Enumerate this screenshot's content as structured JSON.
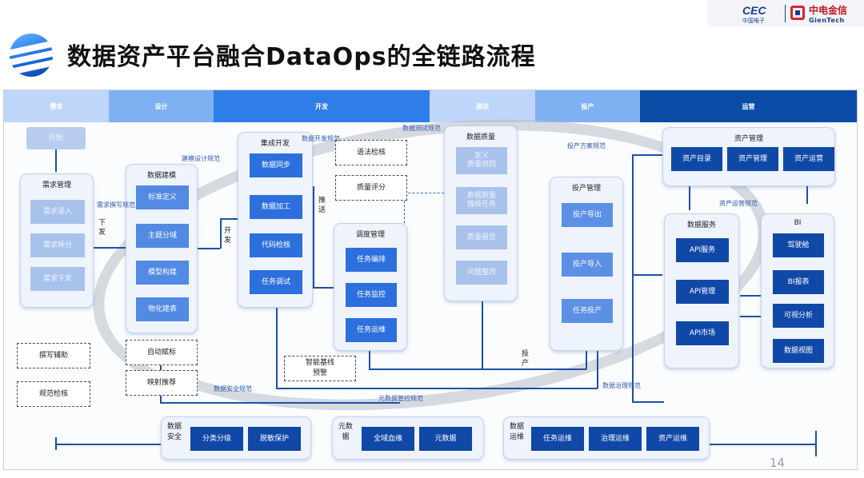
{
  "header": {
    "logo_cec": "CEC",
    "logo_cec_sub": "中国电子",
    "logo_gt_cn": "中电金信",
    "logo_gt_en": "GienTech",
    "icon": "globe-stripes-icon",
    "title": "数据资产平台融合DataOps的全链路流程"
  },
  "phases": [
    "需求",
    "设计",
    "开发",
    "测试",
    "投产",
    "运营"
  ],
  "panels": {
    "start": "开始",
    "demand": {
      "title": "需求管理",
      "items": [
        "需求录入",
        "需求拆分",
        "需求下发"
      ]
    },
    "modeling": {
      "title": "数据建模",
      "items": [
        "标准定义",
        "主题分域",
        "模型构建",
        "物化建表"
      ]
    },
    "integration": {
      "title": "集成开发",
      "items": [
        "数据同步",
        "数据加工",
        "代码检核",
        "任务调试"
      ]
    },
    "scheduling": {
      "title": "调度管理",
      "items": [
        "任务编排",
        "任务监控",
        "任务运维"
      ]
    },
    "quality": {
      "title": "数据质量",
      "items": [
        "定义\n质量规则",
        "数据质量\n稽核任务",
        "质量报告",
        "问题整改"
      ]
    },
    "release": {
      "title": "投产管理",
      "items": [
        "投产导出",
        "投产导入",
        "任务投产"
      ]
    },
    "asset_mgmt": {
      "title": "资产管理",
      "items": [
        "资产目录",
        "资产管理",
        "资产运营"
      ]
    },
    "data_service": {
      "title": "数据服务",
      "items": [
        "API服务",
        "API管理",
        "API市场"
      ]
    },
    "bi": {
      "title": "BI",
      "items": [
        "驾驶舱",
        "BI报表",
        "可视分析",
        "数据视图"
      ]
    }
  },
  "dashed_boxes": {
    "left_top": "撰写辅助",
    "left_bottom": "规范检核",
    "auto_assign": "自动赋标",
    "mapping": "映射推荐",
    "syntax": "语法检核",
    "quality_score": "质量评分",
    "baseline": "智能基线\n预警"
  },
  "flow_labels": {
    "design_spec": "建模设计规范",
    "dev_spec": "数据开发规范",
    "test_spec": "数据测试规范",
    "release_spec": "投产方案规范",
    "demand_spec": "需求撰写规范",
    "asset_ops_spec": "资产运营规范",
    "security_spec": "数据安全规范",
    "metadata_spec": "元数据管控规范",
    "governance_spec": "数据治理规范"
  },
  "connector_labels": {
    "issue": "下\n发",
    "develop": "开\n发",
    "push": "推\n送",
    "release": "投\n产"
  },
  "bottom": {
    "security": {
      "label": "数据\n安全",
      "items": [
        "分类分级",
        "脱敏保护"
      ]
    },
    "metadata": {
      "label": "元数\n据",
      "items": [
        "全域血缘",
        "元数据"
      ]
    },
    "ops": {
      "label": "数据\n运维",
      "items": [
        "任务运维",
        "治理运维",
        "资产运维"
      ]
    }
  },
  "page_number": "14",
  "colors": {
    "phase_light": "#bfd6fb",
    "phase_mid": "#7fb0f2",
    "phase_bright": "#2f7de8",
    "phase_navy": "#0b4da6",
    "block_bright": "#2c6fdd",
    "block_navy": "#1048a8",
    "line": "#1f4fa6"
  }
}
